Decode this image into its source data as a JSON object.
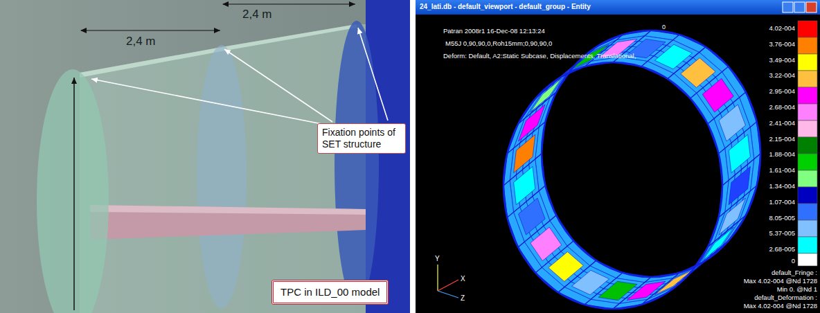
{
  "diagram": {
    "nodes": [
      {
        "text": [
          "Fixation points of SET structure"
        ]
      },
      {
        "text": [
          "TPC in ILD_00 model"
        ]
      }
    ],
    "edges": [],
    "labels": [
      "2,4 m",
      "2,4 m",
      "24_lati.db - default_viewport - default_group - Entity",
      "Patran 2008r1 16-Dec-08 12:13:24",
      "M55J 0,90,90,0,Roh15mm;0,90,90,0",
      "Deform: Default, A2:Static Subcase, Displacements, Translational,",
      "0",
      "4.02-004",
      "3.76-004",
      "3.49-004",
      "3.22-004",
      "2.95-004",
      "2.68-004",
      "2.41-004",
      "2.15-004",
      "1.88-004",
      "1.61-004",
      "1.34-004",
      "1.07-004",
      "8.05-005",
      "5.37-005",
      "2.68-005",
      "0",
      "default_Fringe :",
      "Max 4.02-004 @Nd 1728",
      "Min 0. @Nd 1",
      "default_Deformation :",
      "Max 4.02-004 @Nd 1728",
      "Y",
      "X",
      "Z"
    ]
  }
}
